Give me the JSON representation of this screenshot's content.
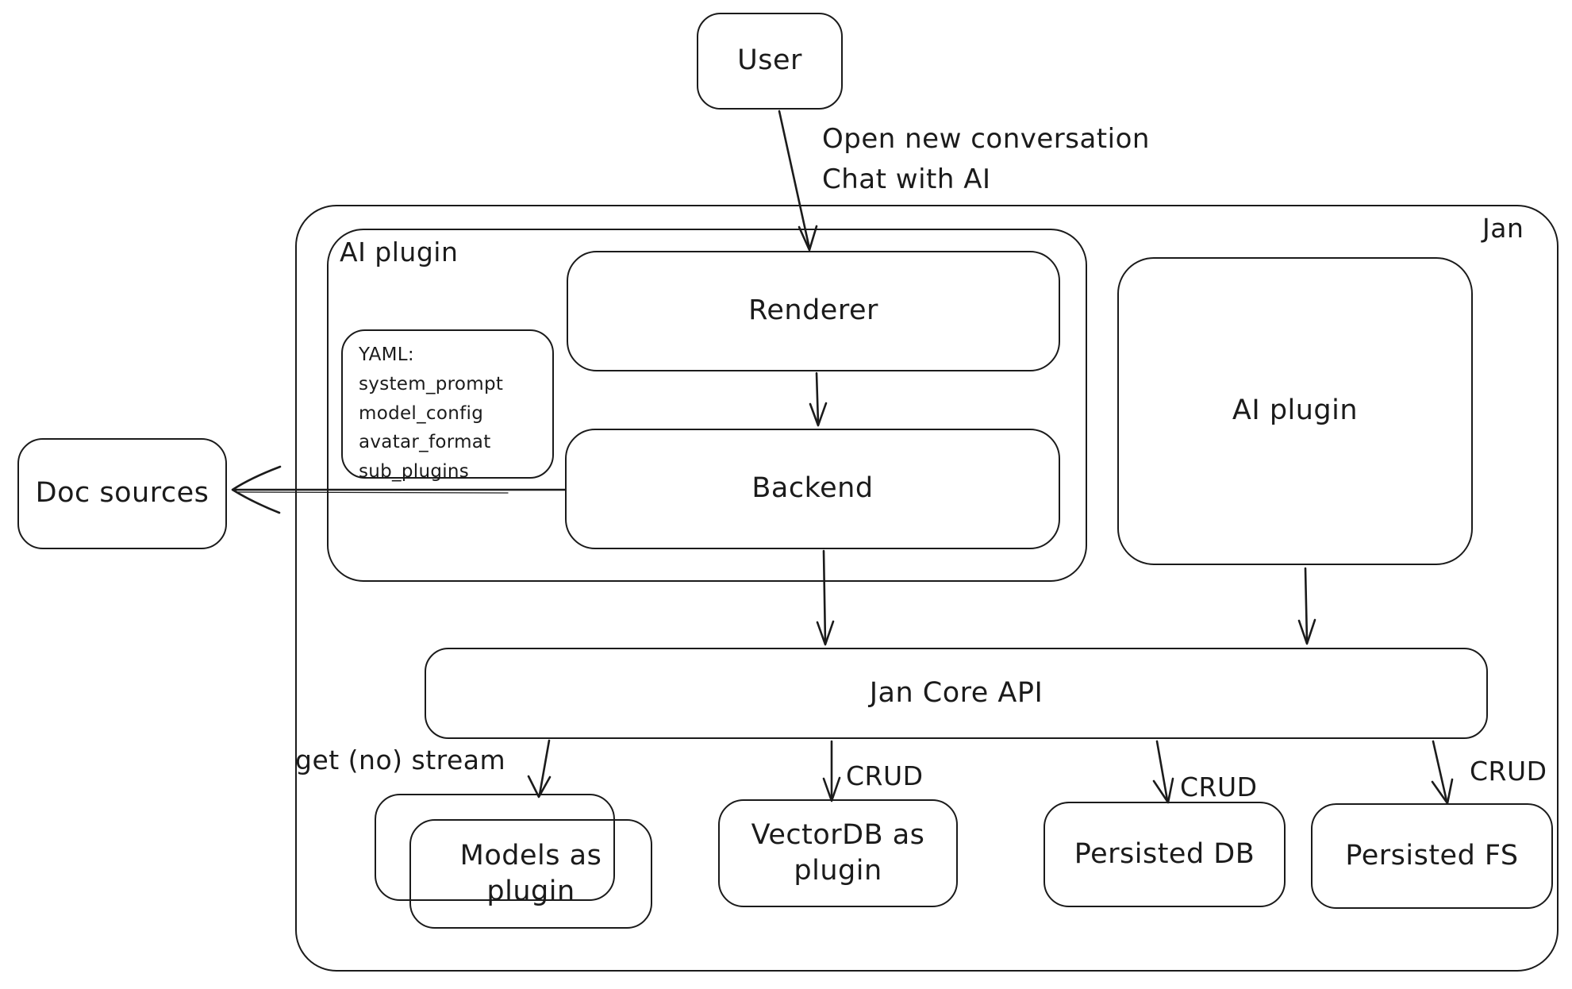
{
  "diagram": {
    "colors": {
      "stroke": "#1b1b1b",
      "background": "#ffffff"
    },
    "nodes": {
      "user": {
        "label": "User"
      },
      "jan_container": {
        "label": "Jan"
      },
      "ai_plugin_group": {
        "label": "AI plugin"
      },
      "renderer": {
        "label": "Renderer"
      },
      "backend": {
        "label": "Backend"
      },
      "yaml_note": {
        "title": "YAML:",
        "lines": [
          "system_prompt",
          "model_config",
          "avatar_format",
          "sub_plugins"
        ]
      },
      "ai_plugin_right": {
        "label": "AI plugin"
      },
      "doc_sources": {
        "label": "Doc sources"
      },
      "jan_core_api": {
        "label": "Jan Core API"
      },
      "models_plugin": {
        "label": "Models as plugin"
      },
      "vectordb_plugin": {
        "label": "VectorDB as plugin"
      },
      "persisted_db": {
        "label": "Persisted DB"
      },
      "persisted_fs": {
        "label": "Persisted FS"
      }
    },
    "edge_labels": {
      "user_flow_line1": "Open new conversation",
      "user_flow_line2": "Chat with AI",
      "stream_label": "get (no) stream",
      "crud_vectordb": "CRUD",
      "crud_db": "CRUD",
      "crud_fs": "CRUD"
    }
  }
}
